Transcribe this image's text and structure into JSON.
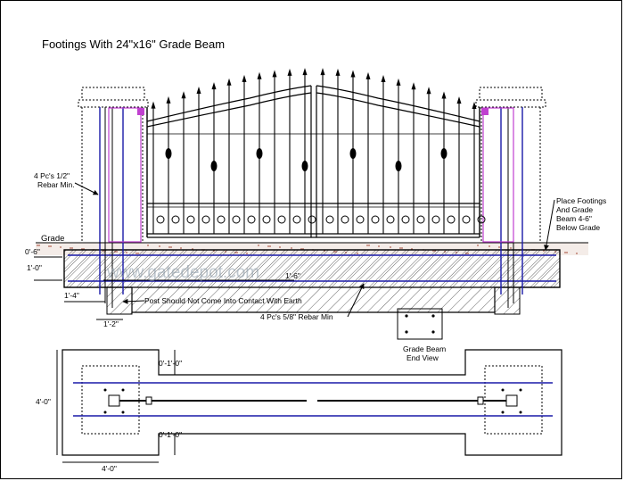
{
  "title": "Footings With 24\"x16\" Grade Beam",
  "watermark": "www.gatedepot.com",
  "labels": {
    "rebar_half": [
      "4 Pc's 1/2\"",
      "Rebar Min."
    ],
    "grade": "Grade",
    "place_footings": [
      "Place Footings",
      "And Grade",
      "Beam 4-6\"",
      "Below Grade"
    ],
    "post_note": "Post Should Not Come Into Contact With Earth",
    "rebar_58": "4 Pc's 5/8\" Rebar Min",
    "grade_beam_end_view": [
      "Grade Beam",
      "End View"
    ]
  },
  "dimensions": {
    "d_0_6": "0'-6\"",
    "d_1_0": "1'-0\"",
    "d_1_4": "1'-4\"",
    "d_1_2": "1'-2\"",
    "d_1_6": "1'-6\"",
    "d_plan_top": "0'-1'-0\"",
    "d_plan_bottom": "0'-1'-0\"",
    "d_plan_height": "4'-0\"",
    "d_plan_width": "4'-0\""
  },
  "colors": {
    "rebar": "#1a1aa8",
    "post": "#c040d0",
    "soil": "#b06050",
    "line": "#000000"
  },
  "icons": [
    "gate-drawing",
    "finial-spear-icon",
    "scroll-ornament-icon"
  ]
}
